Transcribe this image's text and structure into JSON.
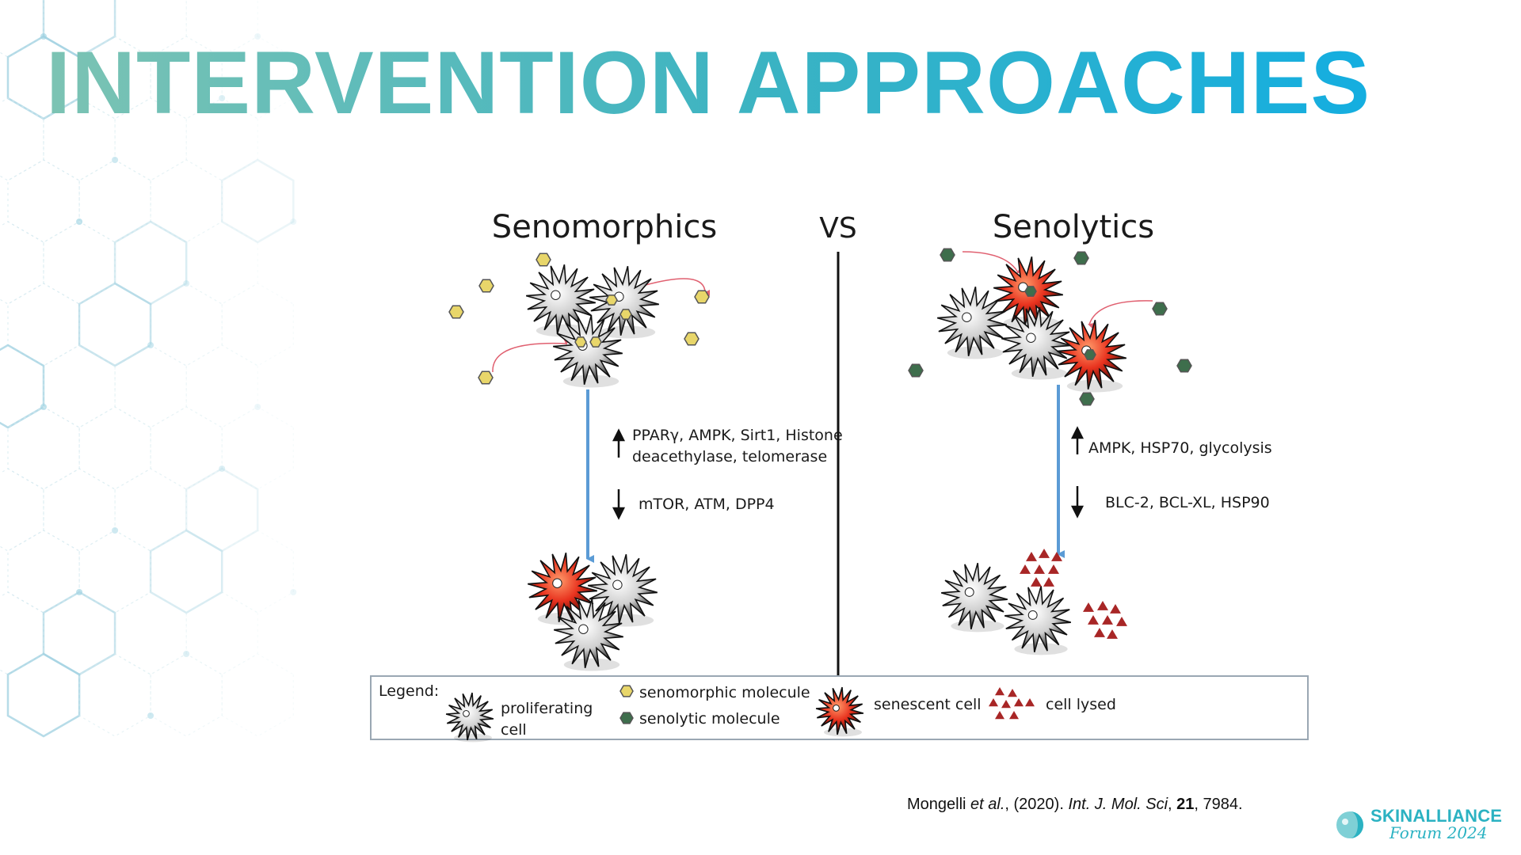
{
  "slide": {
    "title": "INTERVENTION APPROACHES"
  },
  "diagram": {
    "left_header": "Senomorphics",
    "vs_label": "VS",
    "right_header": "Senolytics",
    "left_up_text_line1": "PPARγ, AMPK, Sirt1, Histone",
    "left_up_text_line2": "deacethylase, telomerase",
    "left_down_text": "mTOR, ATM, DPP4",
    "right_up_text": "AMPK, HSP70, glycolysis",
    "right_down_text": "BLC-2, BCL-XL, HSP90"
  },
  "legend": {
    "title": "Legend:",
    "proliferating_line1": "proliferating",
    "proliferating_line2": "cell",
    "senomorphic": "senomorphic molecule",
    "senolytic": "senolytic molecule",
    "senescent": "senescent cell",
    "lysed": "cell lysed"
  },
  "citation": {
    "authors": "Mongelli ",
    "etal": "et al.",
    "year": ", (2020). ",
    "journal": "Int. J. Mol. Sci",
    "sep": ", ",
    "volume": "21",
    "pages": ", 7984."
  },
  "brand": {
    "name": "SKINALLIANCE",
    "sub": "Forum 2024"
  },
  "colors": {
    "arrow_blue": "#5b9bd5",
    "senescent_red": "#e8321e",
    "senomorphic_yellow": "#e8d66a",
    "senolytic_green": "#3e6e4c",
    "lysed_red": "#a82626",
    "title_gradient_start": "#7cc3b3",
    "title_gradient_end": "#14aee0"
  }
}
